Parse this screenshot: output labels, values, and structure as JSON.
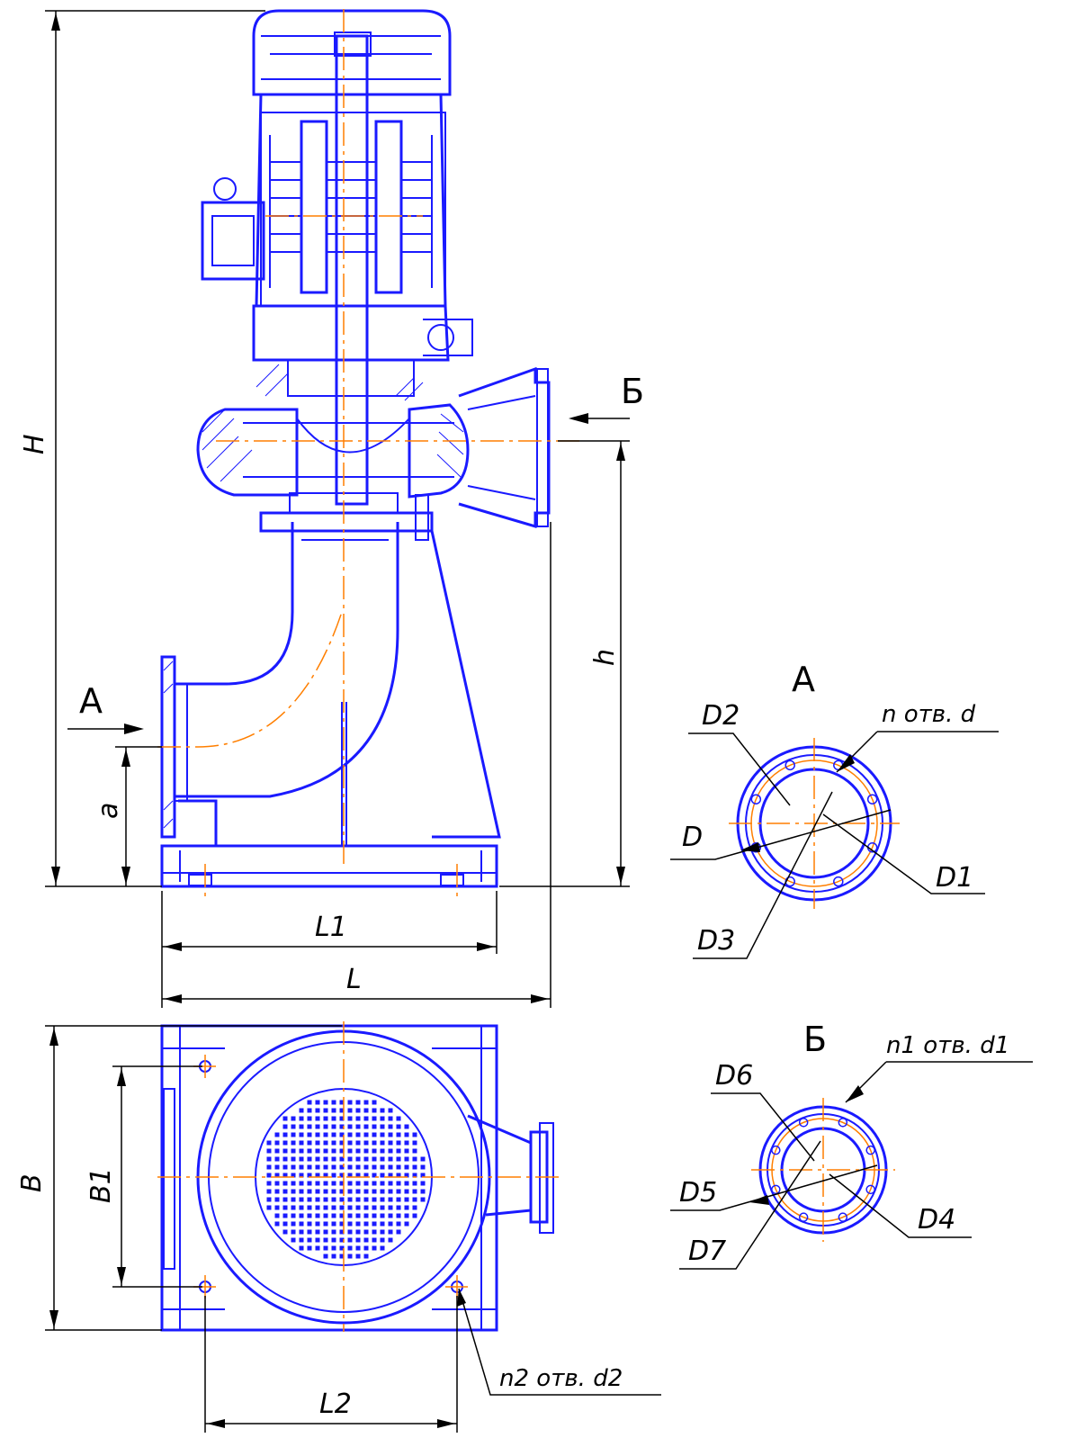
{
  "labels": {
    "H": "H",
    "h": "h",
    "a": "a",
    "L1": "L1",
    "L": "L",
    "B": "B",
    "B1": "B1",
    "L2": "L2",
    "view_a_inlet": "A",
    "view_b_outlet": "Б",
    "view_a": "A",
    "view_b": "Б",
    "D": "D",
    "D1": "D1",
    "D2": "D2",
    "D3": "D3",
    "D4": "D4",
    "D5": "D5",
    "D6": "D6",
    "D7": "D7",
    "n_holes_d": "n отв. d",
    "n1_holes_d1": "n1 отв. d1",
    "n2_holes_d2": "n2 отв. d2"
  },
  "colors": {
    "outline": "#1a1aff",
    "axis": "#ff7f00",
    "dimension": "#000000"
  }
}
